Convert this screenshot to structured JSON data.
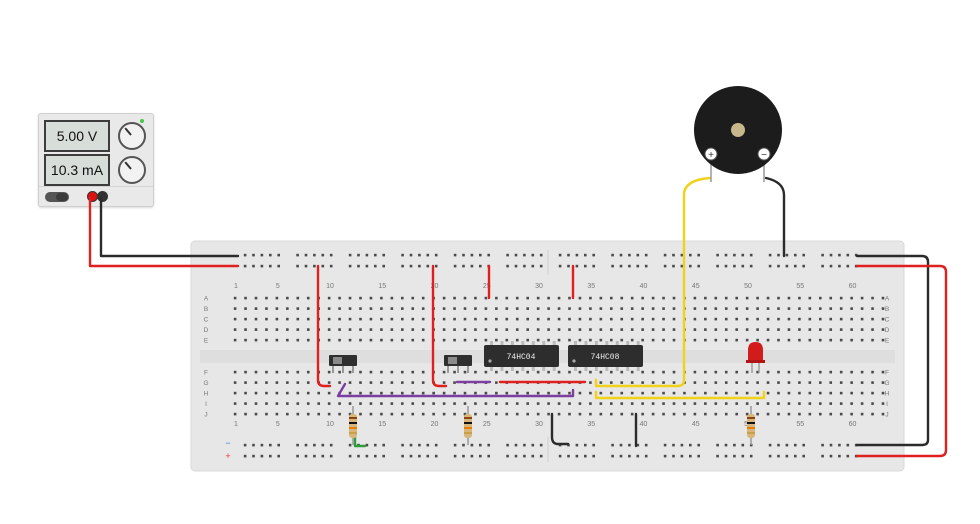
{
  "psu": {
    "voltage": "5.00 V",
    "current": "10.3 mA"
  },
  "breadboard": {
    "column_numbers": [
      "1",
      "5",
      "10",
      "15",
      "20",
      "25",
      "30",
      "35",
      "40",
      "45",
      "50",
      "55",
      "60"
    ],
    "row_letters_top": [
      "A",
      "B",
      "C",
      "D",
      "E"
    ],
    "row_letters_bottom": [
      "F",
      "G",
      "H",
      "I",
      "J"
    ],
    "rail_minus": "−",
    "rail_plus": "+"
  },
  "chips": [
    {
      "label": "74HC04"
    },
    {
      "label": "74HC08"
    }
  ],
  "buzzer": {
    "plus": "+",
    "minus": "−"
  },
  "colors": {
    "red_wire": "#e01f1f",
    "black_wire": "#2b2b2b",
    "yellow_wire": "#f0d21a",
    "purple_wire": "#7a3fa0",
    "green_wire": "#2e9e3a",
    "board": "#e7e7e7",
    "chip": "#2d2d2d",
    "led": "#d21c1c"
  },
  "icons": [
    "power-supply-icon",
    "voltage-knob-icon",
    "current-knob-icon",
    "buzzer-icon",
    "led-icon",
    "resistor-icon",
    "slide-switch-icon"
  ]
}
